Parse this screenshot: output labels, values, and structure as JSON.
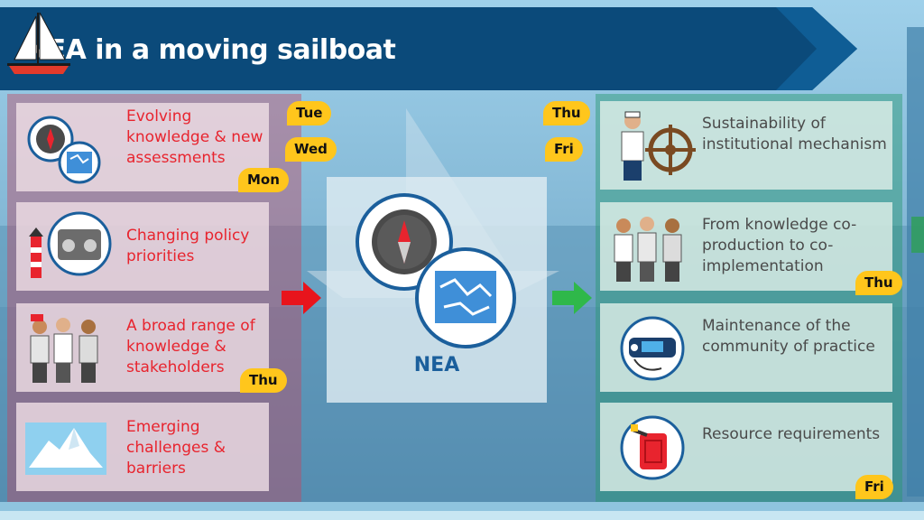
{
  "header": {
    "title": "NEA in a moving sailboat"
  },
  "center": {
    "label": "NEA"
  },
  "left_items": [
    {
      "label": "Evolving knowledge & new assessments",
      "icon": "compass-and-map-icon",
      "badge": "Mon"
    },
    {
      "label": "Changing policy priorities",
      "icon": "lighthouse-engine-icon",
      "badge": ""
    },
    {
      "label": "A broad range of knowledge & stakeholders",
      "icon": "people-group-icon",
      "badge": "Thu"
    },
    {
      "label": "Emerging challenges & barriers",
      "icon": "iceberg-icon",
      "badge": ""
    }
  ],
  "left_top_badges": [
    "Tue",
    "Wed"
  ],
  "right_items": [
    {
      "label": "Sustainability of institutional mechanism",
      "icon": "captain-helm-icon",
      "badge": ""
    },
    {
      "label": "From knowledge co-production to co-implementation",
      "icon": "crew-waving-icon",
      "badge": "Thu"
    },
    {
      "label": "Maintenance of the community of practice",
      "icon": "radio-device-icon",
      "badge": ""
    },
    {
      "label": "Resource requirements",
      "icon": "fuel-can-icon",
      "badge": "Fri"
    }
  ],
  "right_top_badges": [
    "Thu",
    "Fri"
  ],
  "colors": {
    "header": "#0b4a7a",
    "left_text": "#e8242e",
    "right_text": "#4a4a4a",
    "badge": "#ffc61c",
    "center_text": "#1b5f9c",
    "left_arrow": "#e8141c",
    "right_arrow": "#2fb84a"
  }
}
